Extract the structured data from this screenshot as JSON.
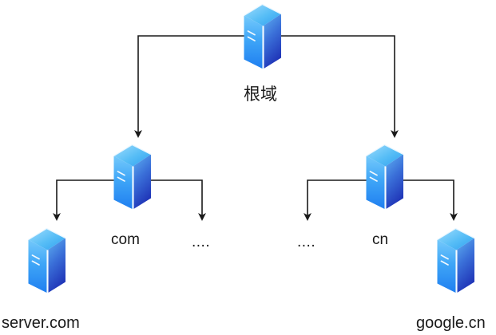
{
  "diagram": {
    "type": "dns-hierarchy-tree",
    "background_color": "#ffffff",
    "line_color": "#1a1a1a",
    "text_color": "#1a1a1a",
    "icon": {
      "name": "server-icon",
      "top_face_color": "#4db8f0",
      "left_face_color": "#2b86f5",
      "right_face_color": "#2f4fc4",
      "highlight_color": "#8fd6fb"
    },
    "nodes": {
      "root": {
        "label": "根域",
        "icon": "server-icon"
      },
      "tld_left": {
        "label": "com",
        "icon": "server-icon"
      },
      "tld_left_sibling": {
        "label": "...."
      },
      "tld_right": {
        "label": "cn",
        "icon": "server-icon"
      },
      "tld_right_sibling": {
        "label": "...."
      },
      "leaf_left": {
        "label": "server.com",
        "icon": "server-icon"
      },
      "leaf_right": {
        "label": "google.cn",
        "icon": "server-icon"
      }
    },
    "edges": [
      {
        "from": "root",
        "to": "tld_left",
        "arrow": true
      },
      {
        "from": "root",
        "to": "tld_right",
        "arrow": true
      },
      {
        "from": "tld_left",
        "to": "leaf_left",
        "arrow": true
      },
      {
        "from": "tld_left",
        "to": "tld_left_sibling",
        "arrow": true
      },
      {
        "from": "tld_right",
        "to": "tld_right_sibling",
        "arrow": true
      },
      {
        "from": "tld_right",
        "to": "leaf_right",
        "arrow": true
      }
    ]
  }
}
